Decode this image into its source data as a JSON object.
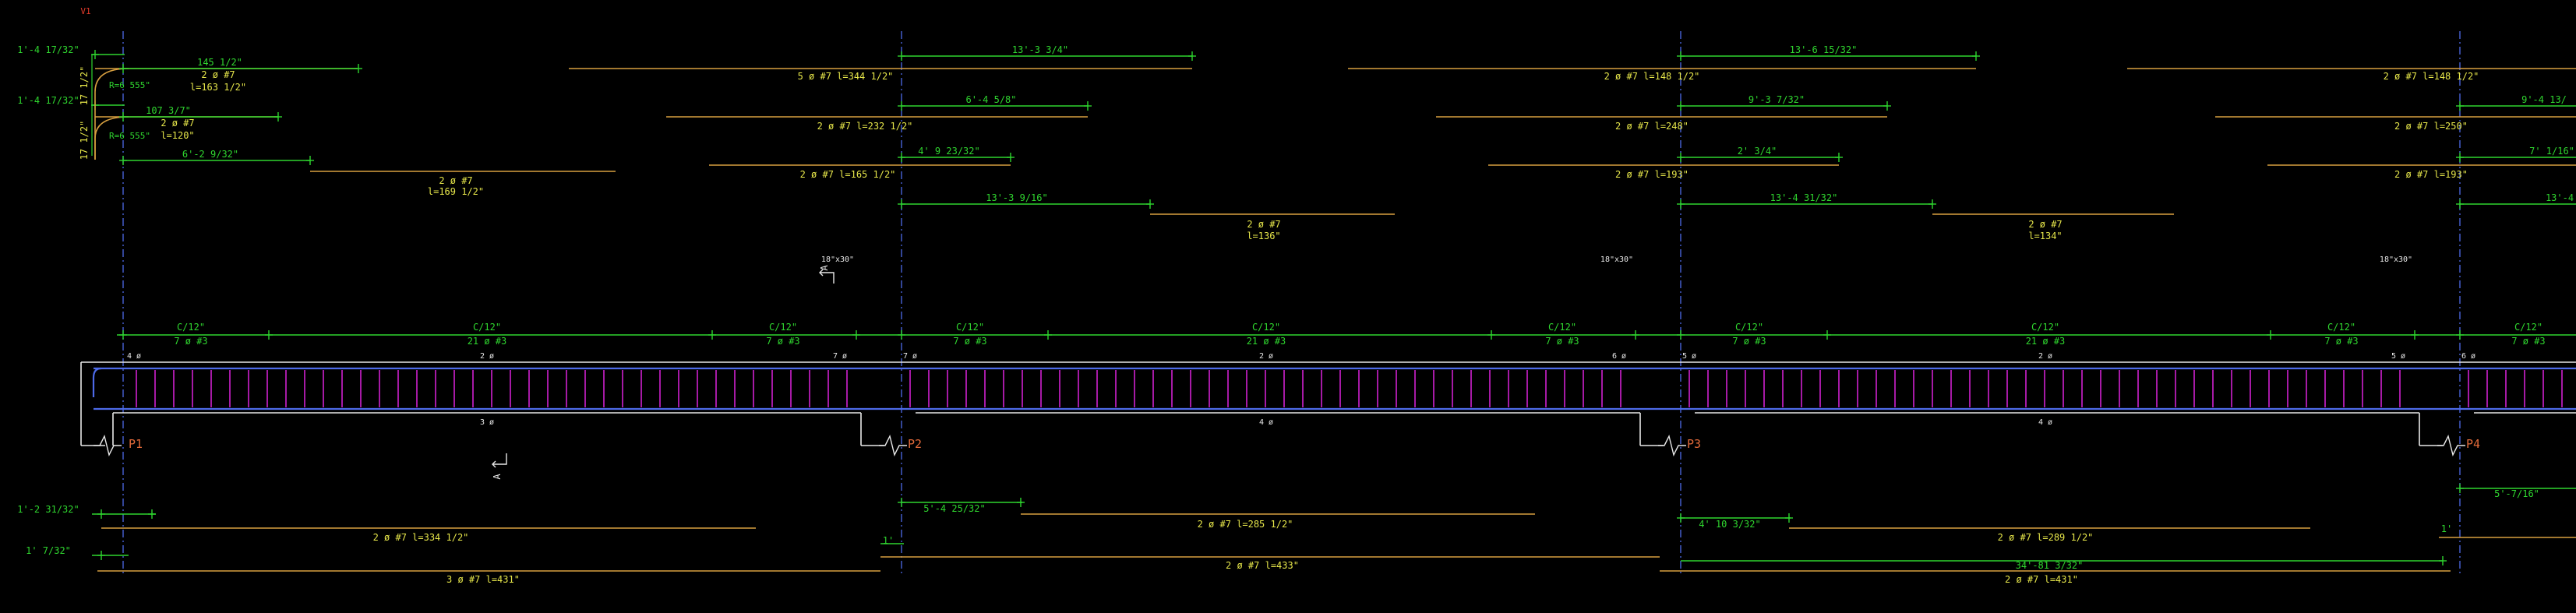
{
  "colors": {
    "background": "#000000",
    "green": "#2fd62f",
    "yellow": "#e6e64a",
    "orange": "#d8a040",
    "blue": "#4d6ae8",
    "magenta": "#d020d0",
    "white": "#e8e8e8",
    "red": "#e03a2a",
    "red_label": "#e26a3a"
  },
  "marker": {
    "text": "V1"
  },
  "left_dims": [
    {
      "id": "ld1",
      "text": "1'-4 17/32\""
    },
    {
      "id": "ld2",
      "text": "1'-4 17/32\""
    },
    {
      "id": "ld3",
      "text": "1'-2 31/32\""
    },
    {
      "id": "ld4",
      "text": "1' 7/32\""
    }
  ],
  "vertical_dims": [
    {
      "id": "vd1",
      "text": "17 1/2\""
    },
    {
      "id": "vd2",
      "text": "17 1/2\""
    }
  ],
  "hooks": [
    {
      "id": "hk1",
      "text": "R=6 555\""
    },
    {
      "id": "hk2",
      "text": "R=6 555\""
    }
  ],
  "top_rebar": [
    {
      "id": "t1",
      "dim": "145 1/2\"",
      "l1": "2 ø #7",
      "l2": "l=163 1/2\""
    },
    {
      "id": "t2",
      "dim": "107 3/7\"",
      "l1": "2 ø #7",
      "l2": "l=120\""
    },
    {
      "id": "t3",
      "dim": "6'-2 9/32\"",
      "l1": "2 ø #7",
      "l2": "l=169 1/2\""
    },
    {
      "id": "t4",
      "dim": "13'-3 3/4\"",
      "l1": "5 ø #7 l=344 1/2\""
    },
    {
      "id": "t5",
      "dim": "6'-4 5/8\"",
      "l1": "2 ø #7 l=232 1/2\""
    },
    {
      "id": "t6",
      "dim": "4' 9 23/32\"",
      "l1": "2 ø #7 l=165 1/2\""
    },
    {
      "id": "t7",
      "dim": "13'-3 9/16\"",
      "l1": "2 ø #7",
      "l2": "l=136\""
    },
    {
      "id": "t8",
      "dim": "13'-6 15/32\"",
      "l1": "2 ø #7 l=148 1/2\""
    },
    {
      "id": "t9",
      "dim": "9'-3 7/32\"",
      "l1": "2 ø #7 l=248\""
    },
    {
      "id": "t10",
      "dim": "2' 3/4\"",
      "l1": "2 ø #7 l=193\""
    },
    {
      "id": "t11",
      "dim": "13'-4 31/32\"",
      "l1": "2 ø #7",
      "l2": "l=134\""
    },
    {
      "id": "t12",
      "dim": "",
      "l1": "2 ø #7 l=148 1/2\""
    },
    {
      "id": "t13",
      "dim": "9'-4 13/",
      "l1": "2 ø #7 l=250\""
    },
    {
      "id": "t14",
      "dim": "7' 1/16\"",
      "l1": "2 ø #7 l=193\""
    },
    {
      "id": "t15",
      "dim": "13'-4",
      "l1": ""
    }
  ],
  "section_marks": [
    {
      "id": "s1",
      "text": "18\"x30\""
    },
    {
      "id": "s2",
      "text": "18\"x30\""
    },
    {
      "id": "s3",
      "text": "18\"x30\""
    }
  ],
  "section_letters": [
    {
      "id": "a1",
      "text": "A"
    },
    {
      "id": "a2",
      "text": "A"
    }
  ],
  "stirrups": [
    {
      "id": "st1",
      "sp": "C/12\"",
      "n": "7 ø #3"
    },
    {
      "id": "st2",
      "sp": "C/12\"",
      "n": "21 ø #3"
    },
    {
      "id": "st3",
      "sp": "C/12\"",
      "n": "7 ø #3"
    },
    {
      "id": "st4",
      "sp": "C/12\"",
      "n": "7 ø #3"
    },
    {
      "id": "st5",
      "sp": "C/12\"",
      "n": "21 ø #3"
    },
    {
      "id": "st6",
      "sp": "C/12\"",
      "n": "7 ø #3"
    },
    {
      "id": "st7",
      "sp": "C/12\"",
      "n": "7 ø #3"
    },
    {
      "id": "st8",
      "sp": "C/12\"",
      "n": "21 ø #3"
    },
    {
      "id": "st9",
      "sp": "C/12\"",
      "n": "7 ø #3"
    },
    {
      "id": "st10",
      "sp": "C/12\"",
      "n": "7 ø #3"
    }
  ],
  "beam_top_counts": [
    {
      "id": "c1",
      "text": "4 ø"
    },
    {
      "id": "c2",
      "text": "2 ø"
    },
    {
      "id": "c3",
      "text": "7 ø"
    },
    {
      "id": "c4",
      "text": "7 ø"
    },
    {
      "id": "c5",
      "text": "2 ø"
    },
    {
      "id": "c6",
      "text": "6 ø"
    },
    {
      "id": "c7",
      "text": "5 ø"
    },
    {
      "id": "c8",
      "text": "2 ø"
    },
    {
      "id": "c9",
      "text": "5 ø"
    },
    {
      "id": "c10",
      "text": "6 ø"
    }
  ],
  "beam_bottom_counts": [
    {
      "id": "b1",
      "text": "3 ø"
    },
    {
      "id": "b2",
      "text": "4 ø"
    },
    {
      "id": "b3",
      "text": "4 ø"
    }
  ],
  "supports": [
    {
      "id": "p1",
      "text": "P1"
    },
    {
      "id": "p2",
      "text": "P2"
    },
    {
      "id": "p3",
      "text": "P3"
    },
    {
      "id": "p4",
      "text": "P4"
    }
  ],
  "bottom_rebar": [
    {
      "id": "bt1",
      "dim": "",
      "l1": "2 ø #7 l=334 1/2\""
    },
    {
      "id": "bt2",
      "dim": "",
      "l1": "3 ø #7 l=431\""
    },
    {
      "id": "bt3",
      "dim": "5'-4 25/32\"",
      "l1": "2 ø #7 l=285 1/2\""
    },
    {
      "id": "bt4",
      "dim": "1'",
      "l1": "2 ø #7 l=433\""
    },
    {
      "id": "bt5",
      "dim": "4' 10 3/32\"",
      "l1": "2 ø #7 l=289 1/2\""
    },
    {
      "id": "bt6",
      "dim": "34'-81 3/32\"",
      "l1": "2 ø #7 l=431\""
    },
    {
      "id": "bt7",
      "dim": "1'",
      "l1": ""
    },
    {
      "id": "bt8",
      "dim": "5'-7/16\"",
      "l1": ""
    }
  ]
}
